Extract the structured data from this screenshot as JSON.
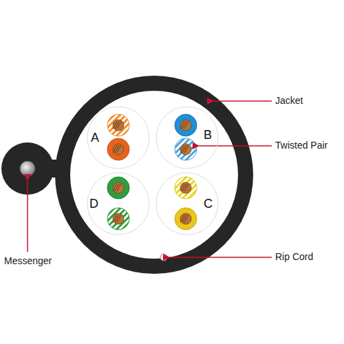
{
  "diagram": {
    "nodes": [
      {
        "text": [
          "A"
        ]
      },
      {
        "text": [
          "B"
        ]
      },
      {
        "text": [
          "D"
        ]
      },
      {
        "text": [
          "C"
        ]
      }
    ],
    "labels": [
      "Jacket",
      "Twisted Pair",
      "Rip Cord",
      "Messenger"
    ]
  }
}
